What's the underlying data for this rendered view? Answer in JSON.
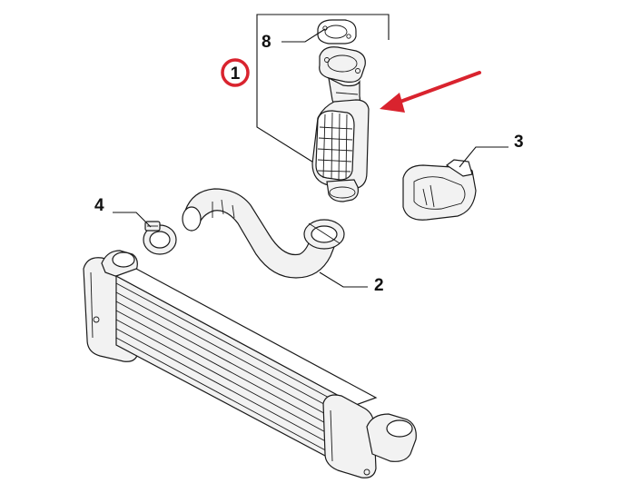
{
  "labels": {
    "p1": "1",
    "p2": "2",
    "p3": "3",
    "p4": "4",
    "p8": "8"
  },
  "colors": {
    "highlight": "#d9232e",
    "line": "#1a1a1a",
    "background": "#ffffff"
  },
  "icons": {
    "arrow": "red-pointer-arrow-icon",
    "highlight_ring": "red-circle-icon"
  }
}
